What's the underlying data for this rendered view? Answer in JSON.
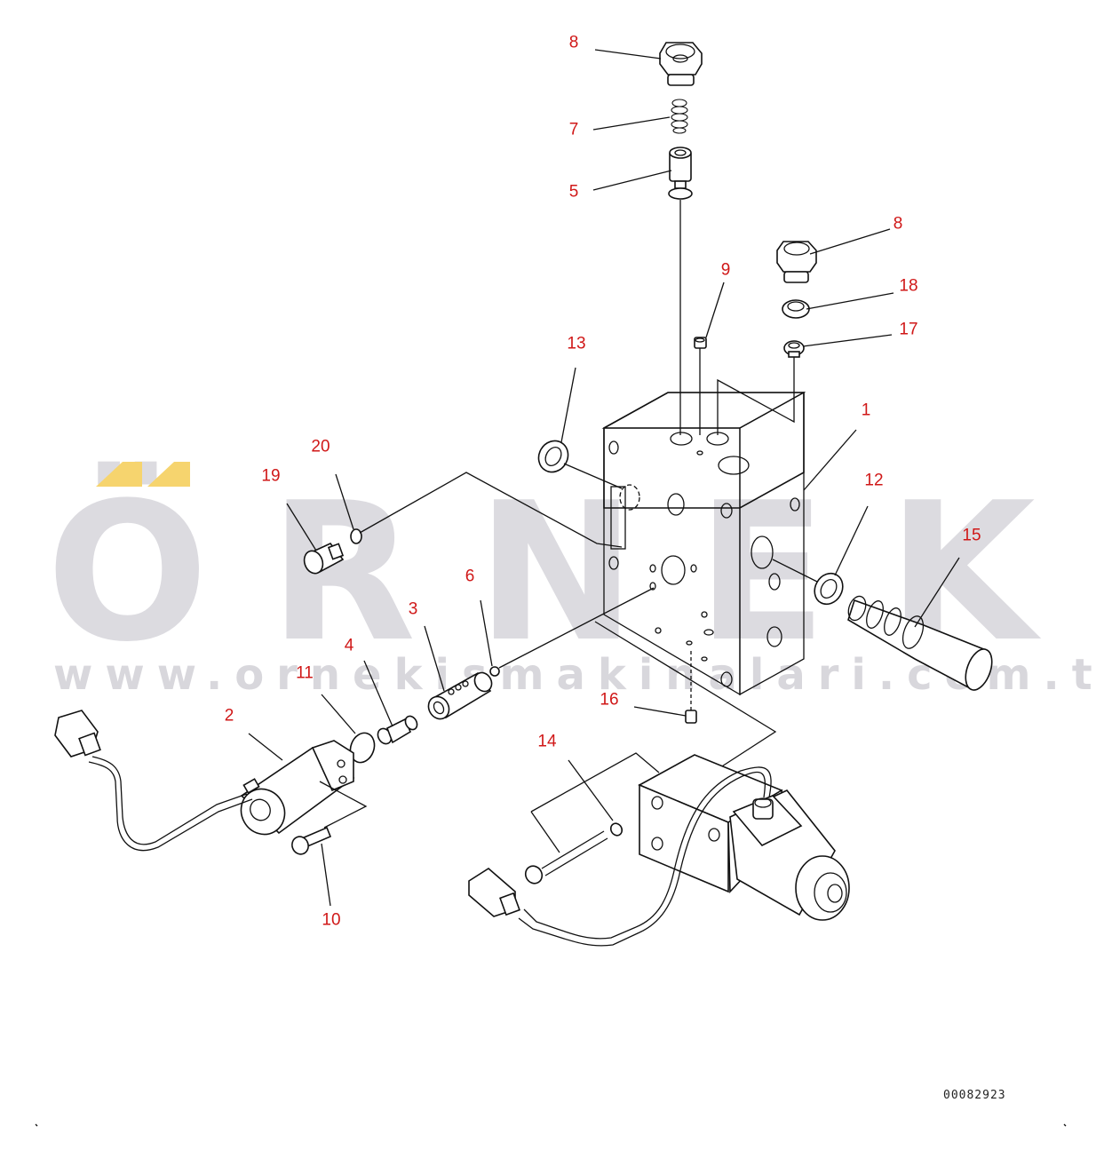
{
  "watermark": {
    "brand": "ÖRNEK",
    "url": "www.ornekismakinalari.com.tr",
    "accent_color": "#f6d46e",
    "text_color": "#dcdbe0"
  },
  "drawing_number": "00082923",
  "callout_color": "#d01818",
  "callouts": [
    {
      "id": "c8a",
      "label": "8"
    },
    {
      "id": "c7",
      "label": "7"
    },
    {
      "id": "c5",
      "label": "5"
    },
    {
      "id": "c8b",
      "label": "8"
    },
    {
      "id": "c9",
      "label": "9"
    },
    {
      "id": "c18",
      "label": "18"
    },
    {
      "id": "c17",
      "label": "17"
    },
    {
      "id": "c13",
      "label": "13"
    },
    {
      "id": "c1",
      "label": "1"
    },
    {
      "id": "c20",
      "label": "20"
    },
    {
      "id": "c19",
      "label": "19"
    },
    {
      "id": "c12",
      "label": "12"
    },
    {
      "id": "c15",
      "label": "15"
    },
    {
      "id": "c6",
      "label": "6"
    },
    {
      "id": "c3",
      "label": "3"
    },
    {
      "id": "c4",
      "label": "4"
    },
    {
      "id": "c11",
      "label": "11"
    },
    {
      "id": "c2",
      "label": "2"
    },
    {
      "id": "c16",
      "label": "16"
    },
    {
      "id": "c14",
      "label": "14"
    },
    {
      "id": "c10",
      "label": "10"
    }
  ]
}
